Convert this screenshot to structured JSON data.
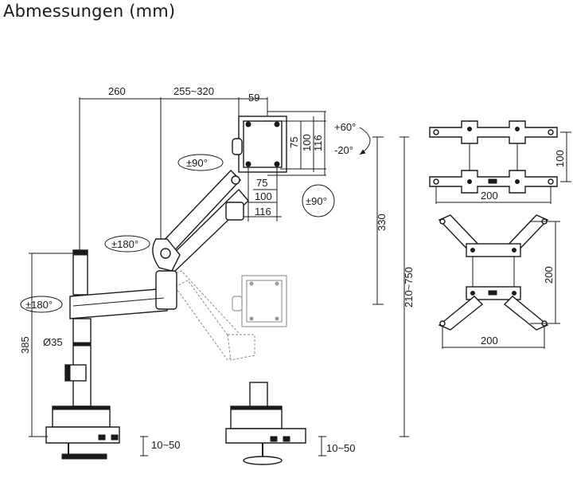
{
  "title": "Abmessungen (mm)",
  "dimensions": {
    "arm_length_1": "260",
    "arm_length_2": "255~320",
    "head_depth": "59",
    "tilt_up": "+60°",
    "tilt_down": "-20°",
    "swivel_head": "±90°",
    "rotation": "±90°",
    "swivel_mid": "±180°",
    "swivel_base": "±180°",
    "vesa_v_75": "75",
    "vesa_v_100": "100",
    "vesa_v_116": "116",
    "vesa_h_75": "75",
    "vesa_h_100": "100",
    "vesa_h_116": "116",
    "height_330": "330",
    "height_range": "210~750",
    "pole_height": "385",
    "pole_diameter": "Ø35",
    "clamp_range_1": "10~50",
    "clamp_range_2": "10~50",
    "plate_1_height": "100",
    "plate_1_width": "200",
    "plate_2_height": "200",
    "plate_2_width": "200"
  }
}
